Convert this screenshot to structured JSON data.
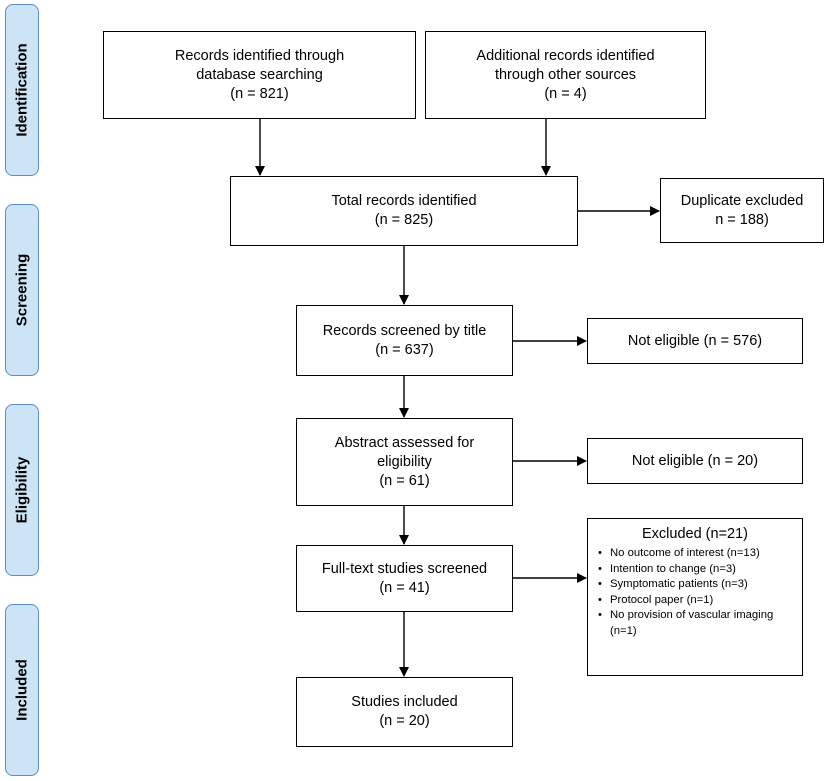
{
  "stages": [
    {
      "id": "identification",
      "label": "Identification"
    },
    {
      "id": "screening",
      "label": "Screening"
    },
    {
      "id": "eligibility",
      "label": "Eligibility"
    },
    {
      "id": "included",
      "label": "Included"
    }
  ],
  "boxes": {
    "database": {
      "line1": "Records identified through",
      "line2": "database searching",
      "count": "(n = 821)"
    },
    "other": {
      "line1": "Additional records identified",
      "line2": "through other sources",
      "count": "(n = 4)"
    },
    "total": {
      "line1": "Total records identified",
      "count": "(n = 825)"
    },
    "duplicate": {
      "line1": "Duplicate excluded",
      "count": "n = 188)"
    },
    "title_screen": {
      "line1": "Records screened by title",
      "count": "(n = 637)"
    },
    "not_eligible_title": {
      "line1": "Not eligible (n = 576)"
    },
    "abstract": {
      "line1": "Abstract assessed for",
      "line2": "eligibility",
      "count": "(n = 61)"
    },
    "not_eligible_abstract": {
      "line1": "Not eligible (n = 20)"
    },
    "fulltext": {
      "line1": "Full-text studies screened",
      "count": "(n = 41)"
    },
    "included": {
      "line1": "Studies included",
      "count": "(n = 20)"
    }
  },
  "excluded": {
    "title": "Excluded (n=21)",
    "items": [
      "No outcome of interest (n=13)",
      "Intention to change (n=3)",
      "Symptomatic patients (n=3)",
      "Protocol paper (n=1)",
      "No provision of vascular imaging (n=1)"
    ]
  }
}
